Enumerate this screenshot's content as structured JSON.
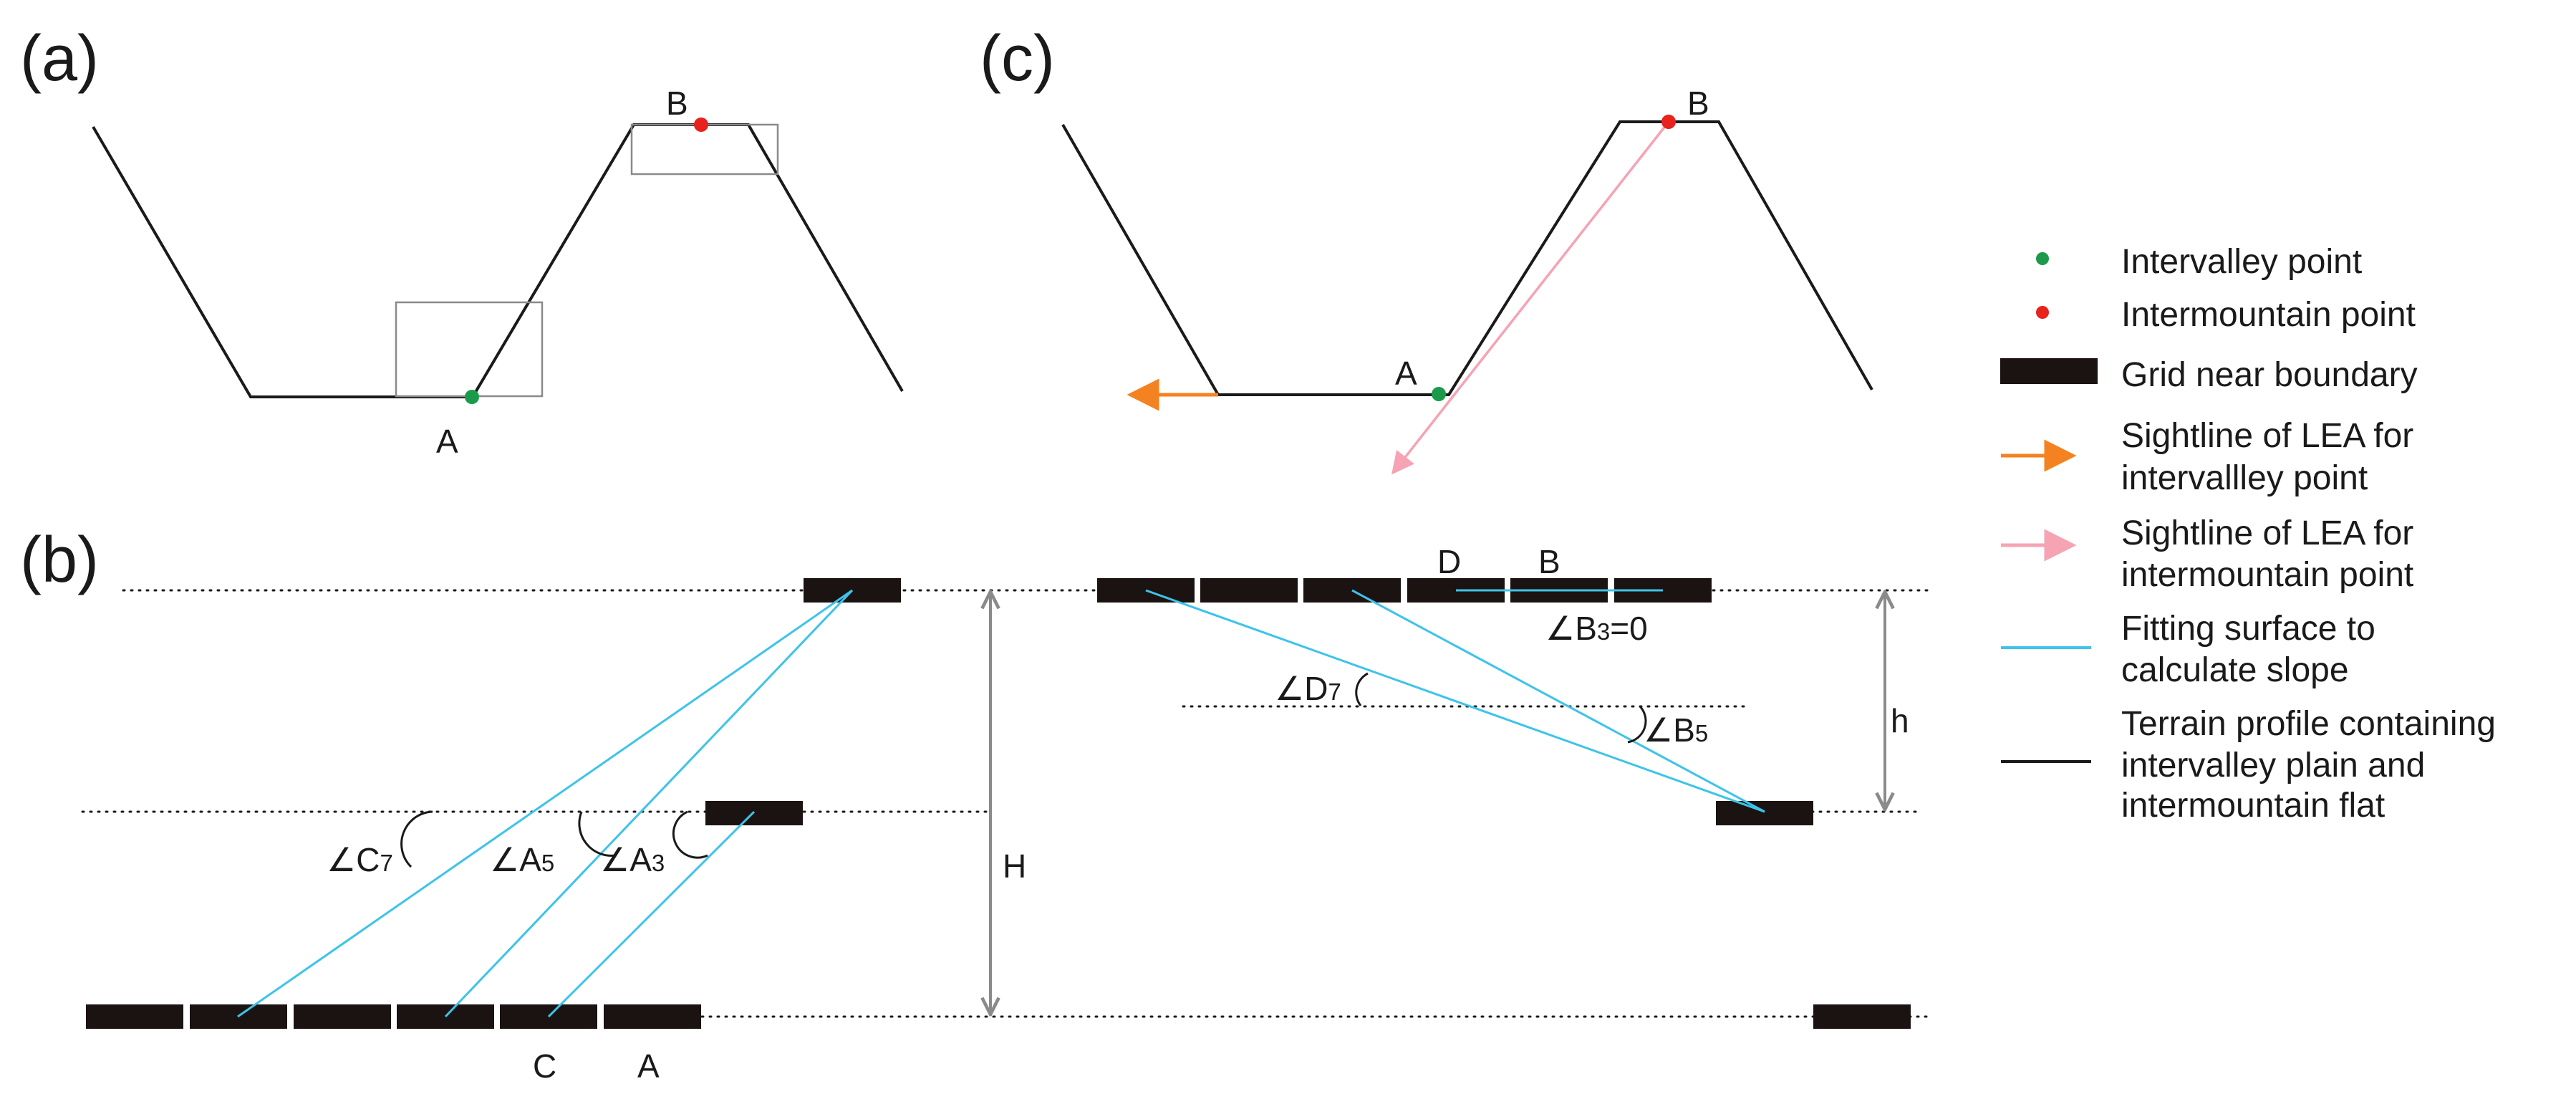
{
  "panels": {
    "a": "(a)",
    "b": "(b)",
    "c": "(c)"
  },
  "panel_a": {
    "point_a": "A",
    "point_b": "B"
  },
  "panel_b": {
    "angle_c7": "∠C",
    "angle_c7_sub": "7",
    "angle_a5": "∠A",
    "angle_a5_sub": "5",
    "angle_a3": "∠A",
    "angle_a3_sub": "3",
    "cell_c": "C",
    "cell_a": "A",
    "height_big": "H",
    "cell_d": "D",
    "cell_b": "B",
    "angle_b3": "∠B",
    "angle_b3_sub": "3",
    "angle_b3_val": "=0",
    "angle_d7": "∠D",
    "angle_d7_sub": "7",
    "angle_b5": "∠B",
    "angle_b5_sub": "5",
    "height_small": "h"
  },
  "panel_c": {
    "point_a": "A",
    "point_b": "B"
  },
  "legend": [
    {
      "symbol": "green-dot",
      "color": "#1a9a4a",
      "lines": [
        "Intervalley point"
      ]
    },
    {
      "symbol": "red-dot",
      "color": "#e8221d",
      "lines": [
        "Intermountain point"
      ]
    },
    {
      "symbol": "black-bar",
      "color": "#1a1311",
      "lines": [
        "Grid near boundary"
      ]
    },
    {
      "symbol": "orange-arrow",
      "color": "#f58220",
      "lines": [
        "Sightline of LEA for",
        "intervallley point"
      ]
    },
    {
      "symbol": "pink-arrow",
      "color": "#f6a3b4",
      "lines": [
        "Sightline of LEA for",
        "intermountain point"
      ]
    },
    {
      "symbol": "cyan-line",
      "color": "#3ec3ea",
      "lines": [
        "Fitting surface to",
        "calculate slope"
      ]
    },
    {
      "symbol": "black-line",
      "color": "#1a1a1a",
      "lines": [
        "Terrain profile containing",
        "intervalley plain and",
        "intermountain flat"
      ]
    }
  ],
  "colors": {
    "intervalley": "#1a9a4a",
    "intermountain": "#e8221d",
    "sightline_intervalley": "#f58220",
    "sightline_intermountain": "#f6a3b4",
    "fitting": "#3ec3ea",
    "grid": "#1a1311"
  }
}
